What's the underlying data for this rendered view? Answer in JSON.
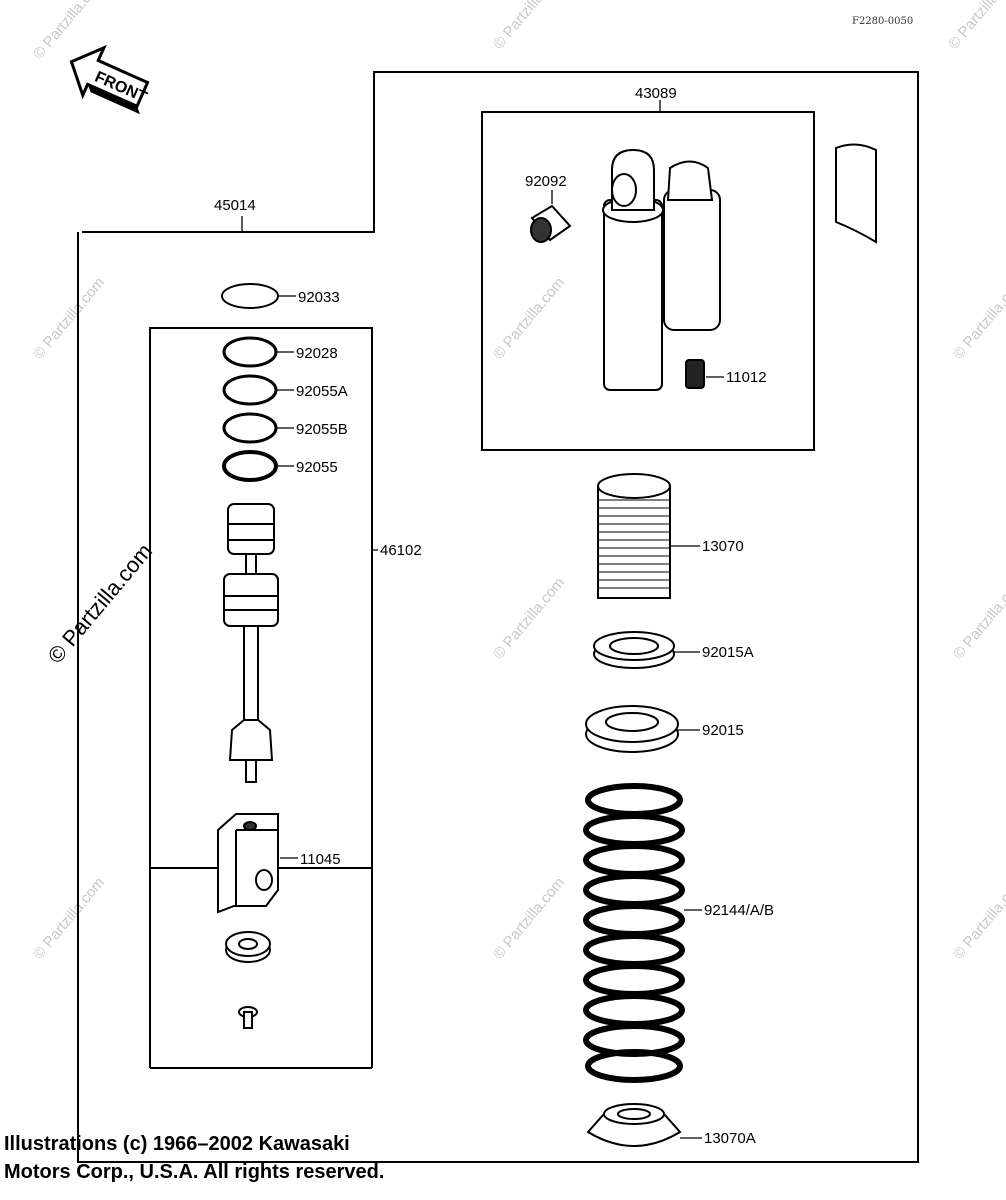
{
  "drawing_code": "F2280-0050",
  "front_label": "FRONT",
  "watermark": "© Partzilla.com",
  "copyright": {
    "line1": "Illustrations (c) 1966–2002 Kawasaki",
    "line2": "Motors Corp., U.S.A.  All rights reserved."
  },
  "callouts": {
    "p43089": "43089",
    "p45014": "45014",
    "p92092": "92092",
    "p11012": "11012",
    "p92033": "92033",
    "p92028": "92028",
    "p92055A": "92055A",
    "p92055B": "92055B",
    "p92055": "92055",
    "p46102": "46102",
    "p13070": "13070",
    "p92015A": "92015A",
    "p92015": "92015",
    "p11045": "11045",
    "p92144": "92144/A/B",
    "p13070A": "13070A"
  }
}
